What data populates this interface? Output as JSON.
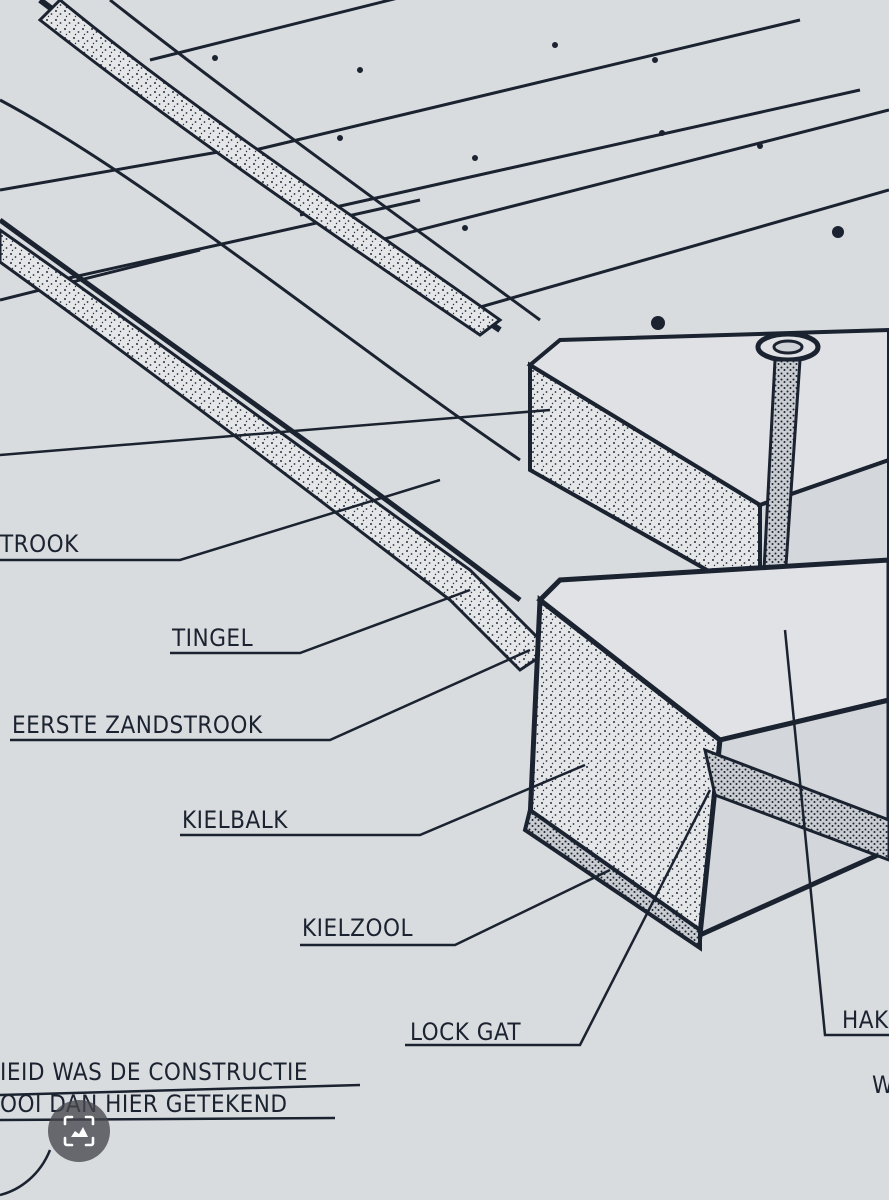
{
  "labels": {
    "strook_partial": "TROOK",
    "tingel": "TINGEL",
    "eerste_zandstrook": "EERSTE ZANDSTROOK",
    "kielbalk": "KIELBALK",
    "kielzool": "KIELZOOL",
    "lock_gat": "LOCK GAT",
    "hak_partial": "HAK",
    "w_partial": "W"
  },
  "note": {
    "line1": "IEID  WAS DE CONSTRUCTIE",
    "line2": "OOI DAN HIER  GETEKEND"
  },
  "colors": {
    "ink": "#1b2230",
    "paper": "#d9dcdf",
    "stipple": "#2a3040"
  },
  "overlay": {
    "icon": "live-text-scan-icon"
  }
}
